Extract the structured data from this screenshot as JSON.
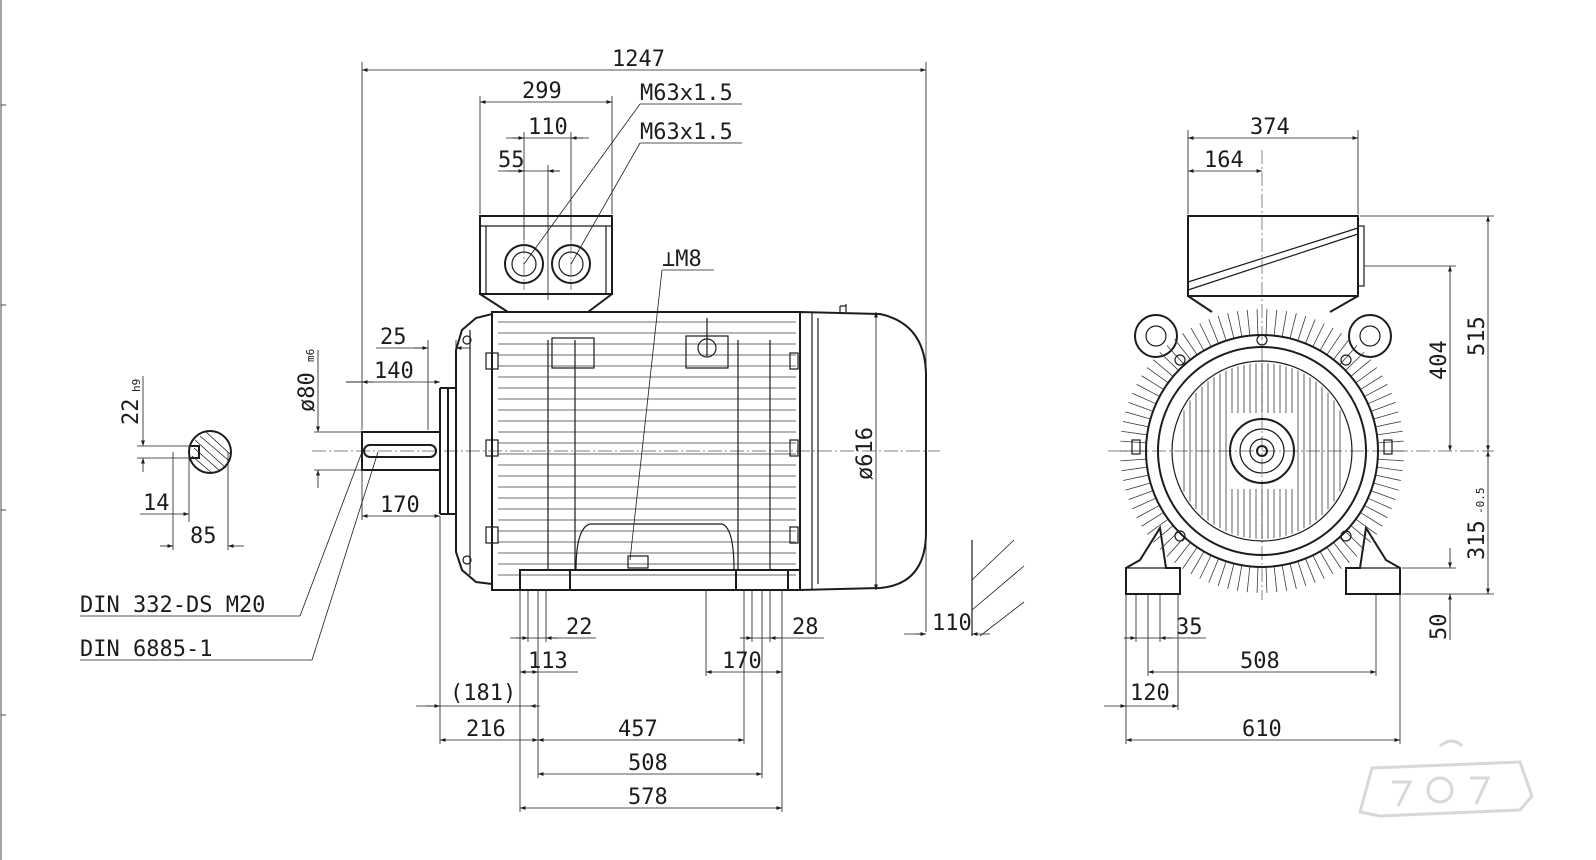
{
  "dimensions": {
    "overall_length": "1247",
    "terminal_box_width": "299",
    "gland_spacing": "110",
    "gland_offset": "55",
    "cable_gland_1": "M63x1.5",
    "cable_gland_2": "M63x1.5",
    "lifting_thread": "M8",
    "shaft_shoulder": "25",
    "shaft_extension": "140",
    "shaft_diameter": "ø80",
    "shaft_diameter_tol": "m6",
    "key_width": "22",
    "key_width_tol": "h9",
    "key_depth": "14",
    "shaft_key_height": "85",
    "key_length": "170",
    "flange_diameter": "ø616",
    "shaft_end_offset": "110",
    "foot_hole": "22",
    "foot_width_rear": "28",
    "foot_offset_front": "113",
    "foot_length": "170",
    "shaft_to_foot_ref": "(181)",
    "shaft_to_hole": "216",
    "hole_spacing_1": "457",
    "hole_spacing_2": "508",
    "foot_total_length": "578",
    "front_box_width": "374",
    "front_box_offset": "164",
    "box_height_404": "404",
    "total_height": "515",
    "shaft_height": "315",
    "shaft_height_tol": "-0.5",
    "foot_height": "50",
    "foot_hole_front": "35",
    "foot_span": "508",
    "foot_edge": "120",
    "base_width": "610"
  },
  "notes": {
    "center_hole_standard": "DIN 332-DS M20",
    "key_standard": "DIN 6885-1"
  },
  "colors": {
    "line": "#1c1c1c",
    "background": "#ffffff"
  },
  "icons": {
    "watermark": "logo-mark"
  }
}
